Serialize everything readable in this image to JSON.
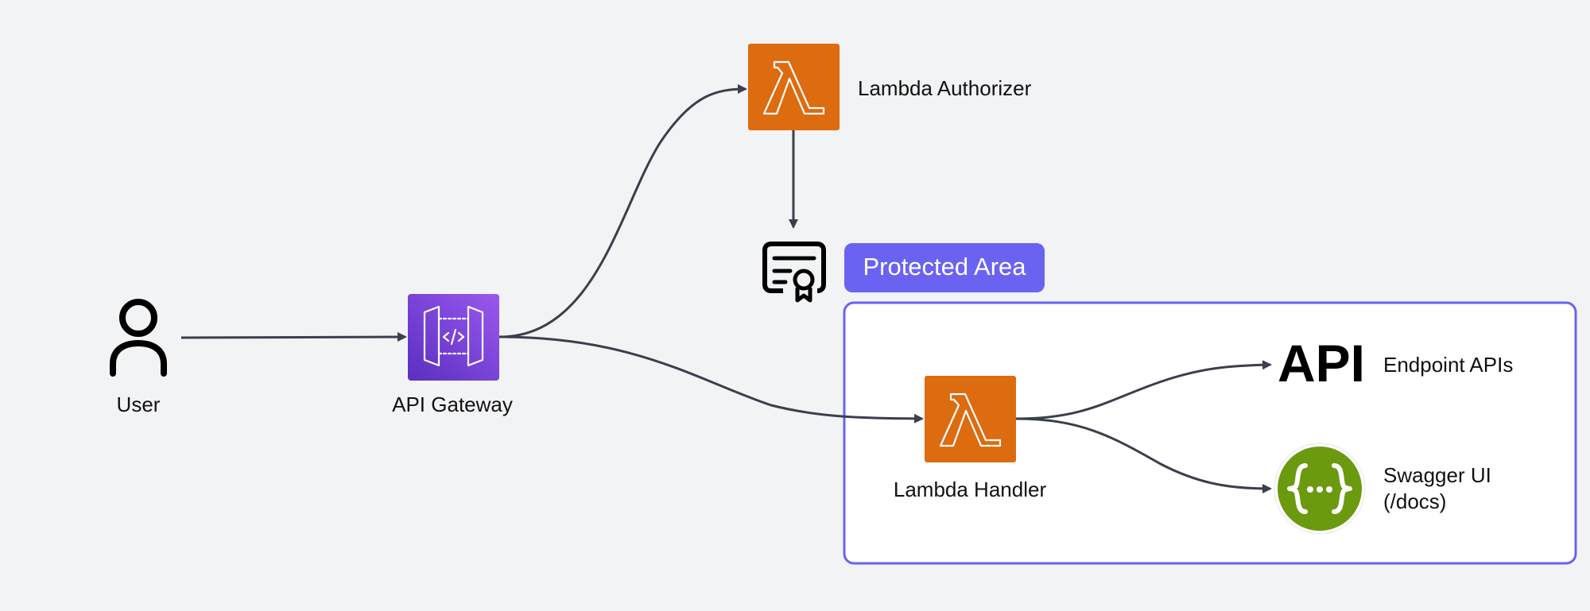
{
  "nodes": {
    "user": {
      "label": "User",
      "icon": "user-icon"
    },
    "api_gateway": {
      "label": "API Gateway",
      "icon": "api-gateway-icon"
    },
    "lambda_authorizer": {
      "label": "Lambda Authorizer",
      "icon": "lambda-icon"
    },
    "certificate": {
      "icon": "certificate-icon"
    },
    "lambda_handler": {
      "label": "Lambda Handler",
      "icon": "lambda-icon"
    },
    "endpoint_apis": {
      "label": "Endpoint APIs",
      "icon_text": "API"
    },
    "swagger_ui": {
      "label_line1": "Swagger UI",
      "label_line2": "(/docs)",
      "icon": "swagger-icon"
    }
  },
  "protected_area": {
    "label": "Protected Area"
  },
  "colors": {
    "background": "#f2f3f5",
    "lambda_orange": "#dd6b10",
    "gateway_purple": "#7a3fd1",
    "protected_accent": "#6a63f2",
    "swagger_green": "#6b9a0f",
    "edge": "#3a3f4b"
  },
  "edges": [
    {
      "from": "user",
      "to": "api_gateway"
    },
    {
      "from": "api_gateway",
      "to": "lambda_authorizer"
    },
    {
      "from": "lambda_authorizer",
      "to": "certificate"
    },
    {
      "from": "api_gateway",
      "to": "lambda_handler"
    },
    {
      "from": "lambda_handler",
      "to": "endpoint_apis"
    },
    {
      "from": "lambda_handler",
      "to": "swagger_ui"
    }
  ]
}
